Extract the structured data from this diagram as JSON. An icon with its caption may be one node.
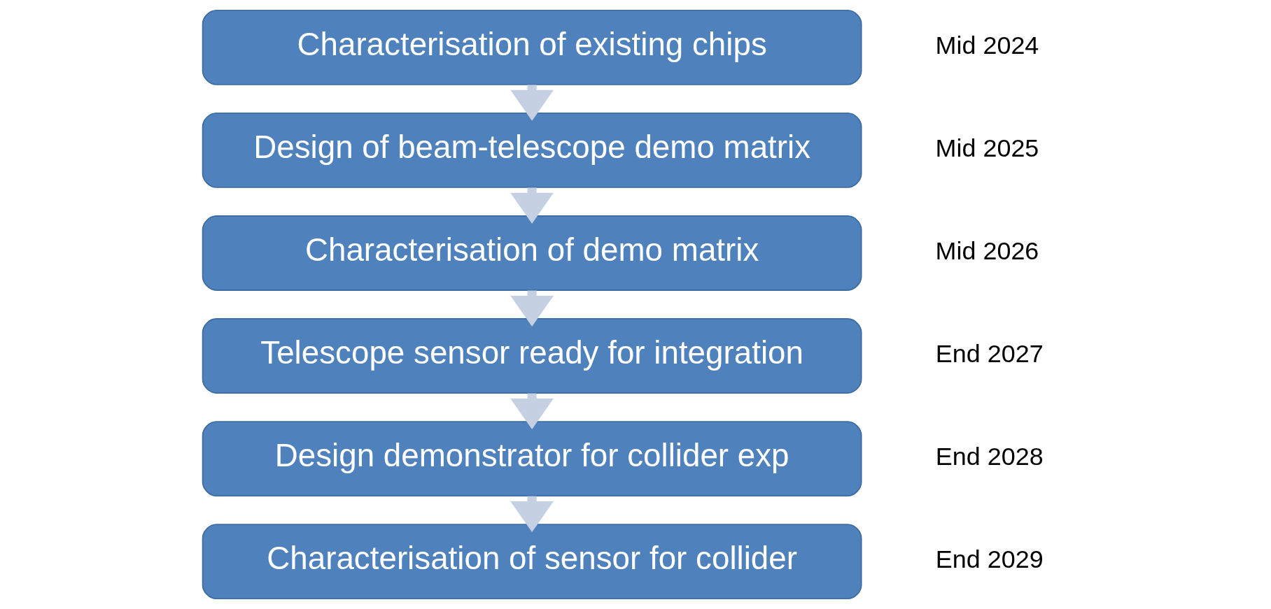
{
  "diagram": {
    "nodes": [
      {
        "text": [
          "Characterisation of existing chips"
        ],
        "beside": [
          "Mid 2024"
        ]
      },
      {
        "text": [
          "Design of beam-telescope demo matrix"
        ],
        "beside": [
          "Mid 2025"
        ]
      },
      {
        "text": [
          "Characterisation of demo matrix"
        ],
        "beside": [
          "Mid 2026"
        ]
      },
      {
        "text": [
          "Telescope sensor ready for integration"
        ],
        "beside": [
          "End 2027"
        ]
      },
      {
        "text": [
          "Design demonstrator for collider exp"
        ],
        "beside": [
          "End 2028"
        ]
      },
      {
        "text": [
          "Characterisation of sensor for collider"
        ],
        "beside": [
          "End 2029"
        ]
      }
    ],
    "edges": [
      {
        "from": 0,
        "to": 1,
        "arrow": "to"
      },
      {
        "from": 1,
        "to": 2,
        "arrow": "to"
      },
      {
        "from": 2,
        "to": 3,
        "arrow": "to"
      },
      {
        "from": 3,
        "to": 4,
        "arrow": "to"
      },
      {
        "from": 4,
        "to": 5,
        "arrow": "to"
      }
    ]
  }
}
